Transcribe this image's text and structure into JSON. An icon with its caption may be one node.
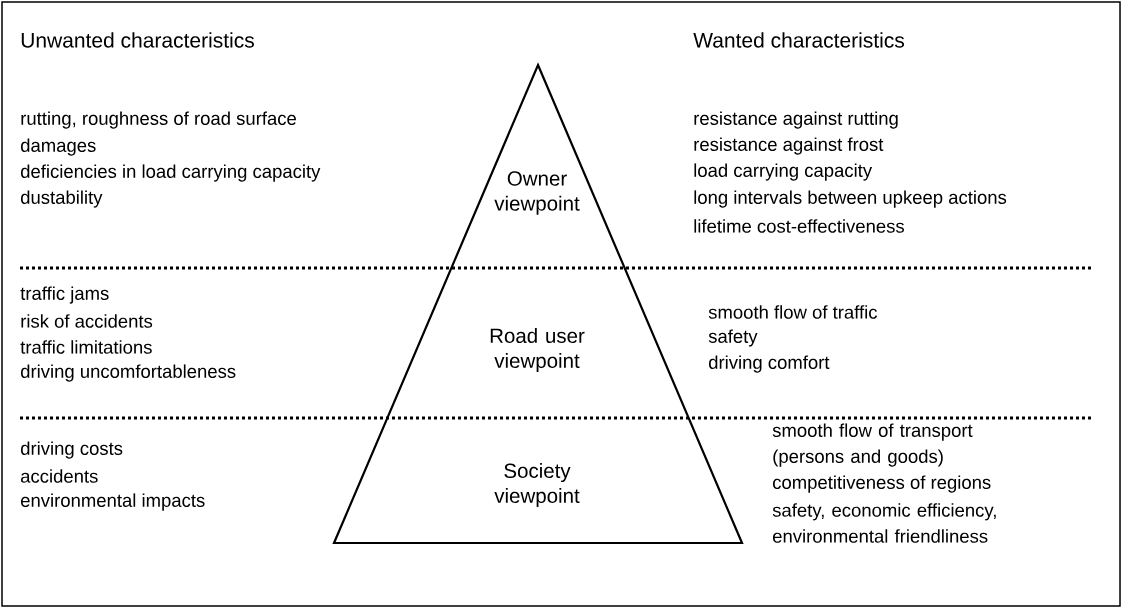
{
  "diagram": {
    "labels": [
      "Unwanted characteristics",
      "Wanted characteristics",
      "rutting, roughness of road surface",
      "damages",
      "deficiencies in load carrying capacity",
      "dustability",
      "Owner viewpoint",
      "resistance against rutting",
      "resistance against frost",
      "load carrying capacity",
      "long intervals between upkeep actions",
      "lifetime cost-effectiveness",
      "traffic jams",
      "risk of accidents",
      "traffic limitations",
      "driving uncomfortableness",
      "Road user viewpoint",
      "smooth flow of traffic",
      "safety",
      "driving comfort",
      "driving costs",
      "accidents",
      "environmental impacts",
      "Society viewpoint",
      "smooth flow of transport (persons and goods)",
      "competitiveness of regions",
      "safety, economic efficiency, environmental friendliness"
    ]
  }
}
